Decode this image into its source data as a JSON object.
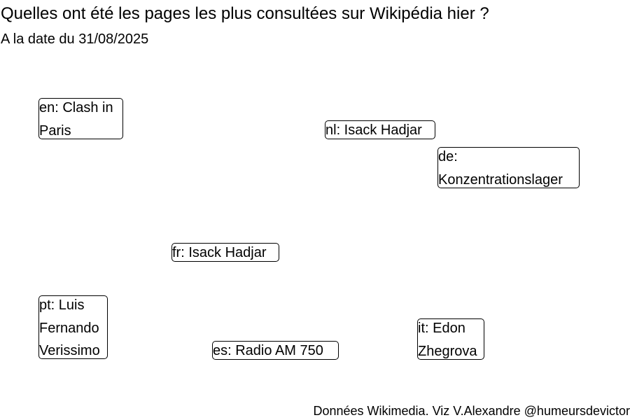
{
  "chart_data": {
    "type": "label-cloud",
    "title": "Quelles ont été les pages les plus consultées sur Wikipédia hier ?",
    "subtitle": "A la date du 31/08/2025",
    "caption": "Données Wikimedia. Viz V.Alexandre @humeursdevictor",
    "labels": [
      {
        "lang": "en",
        "text": "en: Clash in\nParis"
      },
      {
        "lang": "nl",
        "text": "nl: Isack Hadjar"
      },
      {
        "lang": "de",
        "text": "de:\nKonzentrationslager"
      },
      {
        "lang": "fr",
        "text": "fr: Isack Hadjar"
      },
      {
        "lang": "pt",
        "text": "pt: Luis\nFernando\nVerissimo"
      },
      {
        "lang": "es",
        "text": "es: Radio AM 750"
      },
      {
        "lang": "it",
        "text": "it: Edon\nZhegrova"
      }
    ]
  }
}
